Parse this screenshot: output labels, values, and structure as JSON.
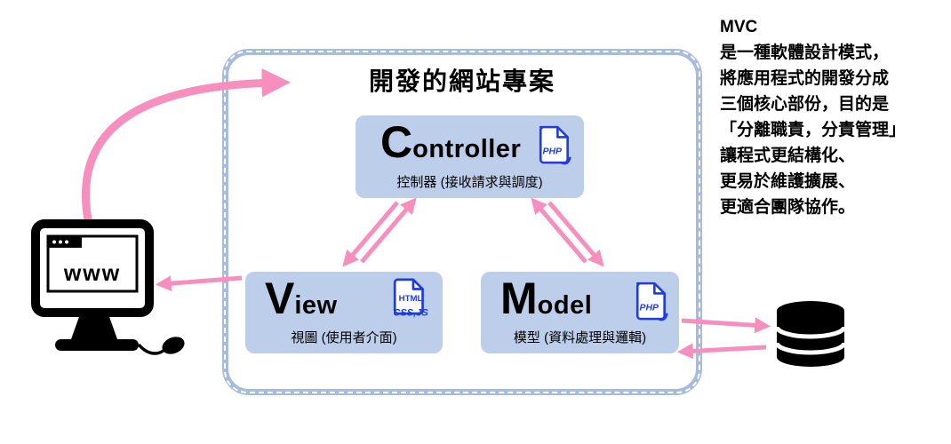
{
  "diagram": {
    "project_title": "開發的網站專案",
    "controller": {
      "initial": "C",
      "rest": "ontroller",
      "subtitle": "控制器 (接收請求與調度)",
      "icon_label": "PHP"
    },
    "view": {
      "initial": "V",
      "rest": "iew",
      "subtitle": "視圖 (使用者介面)",
      "icon_label_top": "HTML",
      "icon_label_bottom": "CSS,JS"
    },
    "model": {
      "initial": "M",
      "rest": "odel",
      "subtitle": "模型 (資料處理與邏輯)",
      "icon_label": "PHP"
    },
    "browser": {
      "screen_text": "www"
    }
  },
  "description": {
    "heading": "MVC",
    "lines": [
      "是一種軟體設計模式，",
      "將應用程式的開發分成",
      "三個核心部份，目的是",
      "「分離職責，分責管理」",
      "讓程式更結構化、",
      "更易於維護擴展、",
      "更適合團隊協作。"
    ]
  },
  "colors": {
    "arrow_pink": "#f78fbe",
    "component_fill": "#bccee9",
    "frame_border": "#a7bbdc",
    "icon_blue": "#1f3ddd",
    "text_black": "#000000"
  }
}
